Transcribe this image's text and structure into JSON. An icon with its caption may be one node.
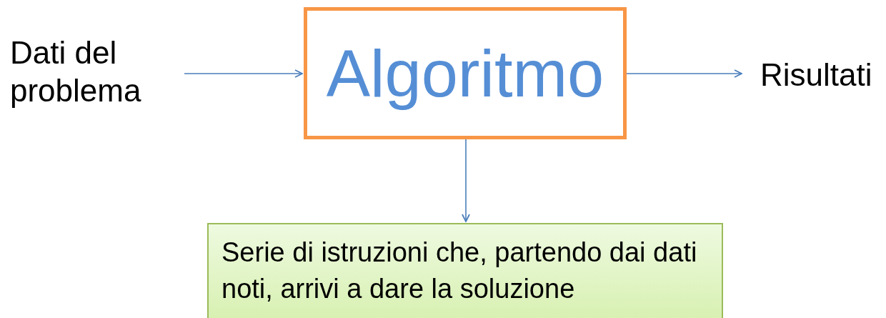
{
  "diagram": {
    "nodes": [
      {
        "text": [
          "Dati del problema"
        ]
      },
      {
        "text": [
          "Algoritmo"
        ]
      },
      {
        "text": [
          "Risultati"
        ]
      },
      {
        "text": [
          "Serie di istruzioni che, partendo dai dati noti, arrivi a dare la soluzione"
        ]
      }
    ],
    "edges": [
      {
        "from": 0,
        "to": 1,
        "arrow": "to"
      },
      {
        "from": 1,
        "to": 2,
        "arrow": "to"
      },
      {
        "from": 1,
        "to": 3,
        "arrow": "to"
      }
    ]
  }
}
